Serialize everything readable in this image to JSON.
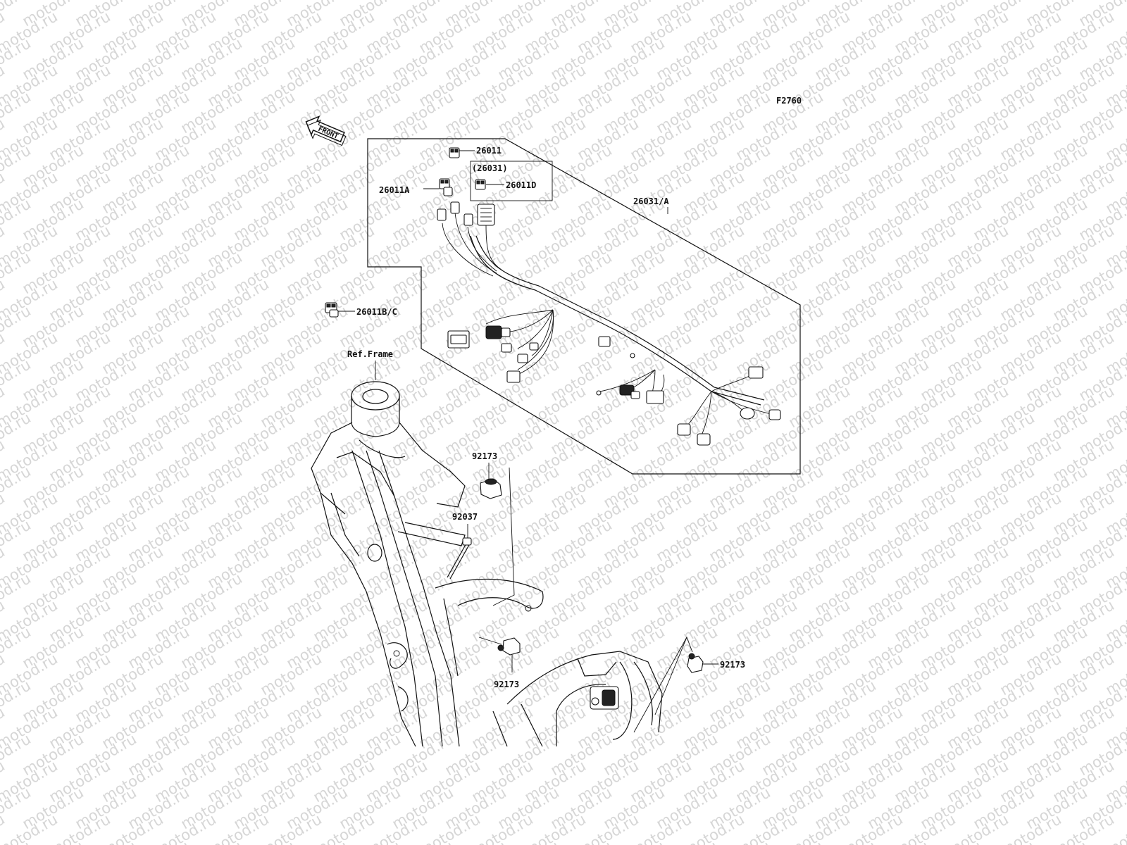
{
  "figure_code": "F2760",
  "front_arrow_label": "FRONT",
  "watermark_text": "motod.ru",
  "ref_frame_label": "Ref.Frame",
  "parts": {
    "p26011": "26011",
    "p26031_paren": "(26031)",
    "p26011D": "26011D",
    "p26011A": "26011A",
    "p26031A": "26031/A",
    "p26011BC": "26011B/C",
    "p92173_top": "92173",
    "p92037": "92037",
    "p92173_bottom": "92173",
    "p92173_right": "92173"
  },
  "colors": {
    "line": "#111111",
    "watermark": "#d6d6d6",
    "background": "#ffffff"
  }
}
